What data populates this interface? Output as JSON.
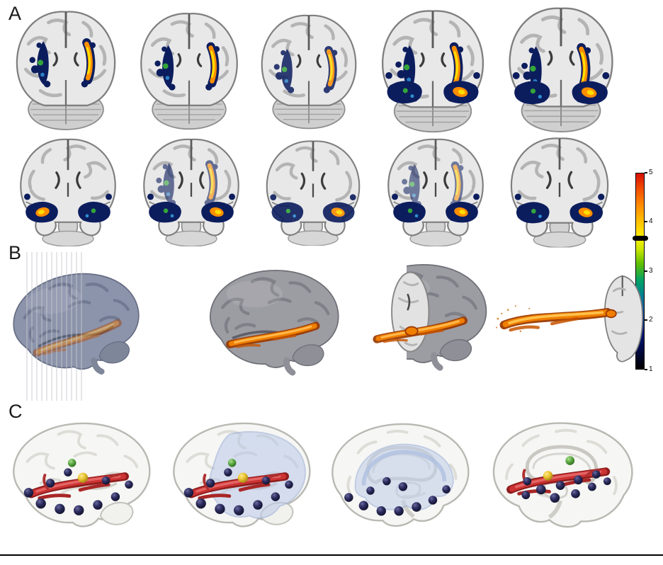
{
  "figure": {
    "panels": {
      "a": {
        "label": "A"
      },
      "b": {
        "label": "B"
      },
      "c": {
        "label": "C"
      }
    },
    "colorbar": {
      "ticks": [
        "5",
        "4",
        "3",
        "2",
        "1"
      ],
      "threshold_marker": true,
      "colors": {
        "max": "#d80f00",
        "orange": "#ff8a00",
        "yellow": "#fff200",
        "green": "#62c000",
        "teal": "#007d92",
        "blue": "#0048a8",
        "navy": "#001a78",
        "min": "#000000"
      }
    },
    "palette": {
      "overlay_navy": "#0c1d5e",
      "overlay_orange": "#ff8e00",
      "overlay_yellow": "#ffdf00",
      "overlay_green": "#34a53a",
      "tract_orange": "#f07f00",
      "tract_red": "#cc3333",
      "tract_blue": "#b9c8e8",
      "sphere_navy": "#2e2e60",
      "sphere_green": "#5ca843",
      "sphere_yellow": "#e8c22e"
    }
  }
}
